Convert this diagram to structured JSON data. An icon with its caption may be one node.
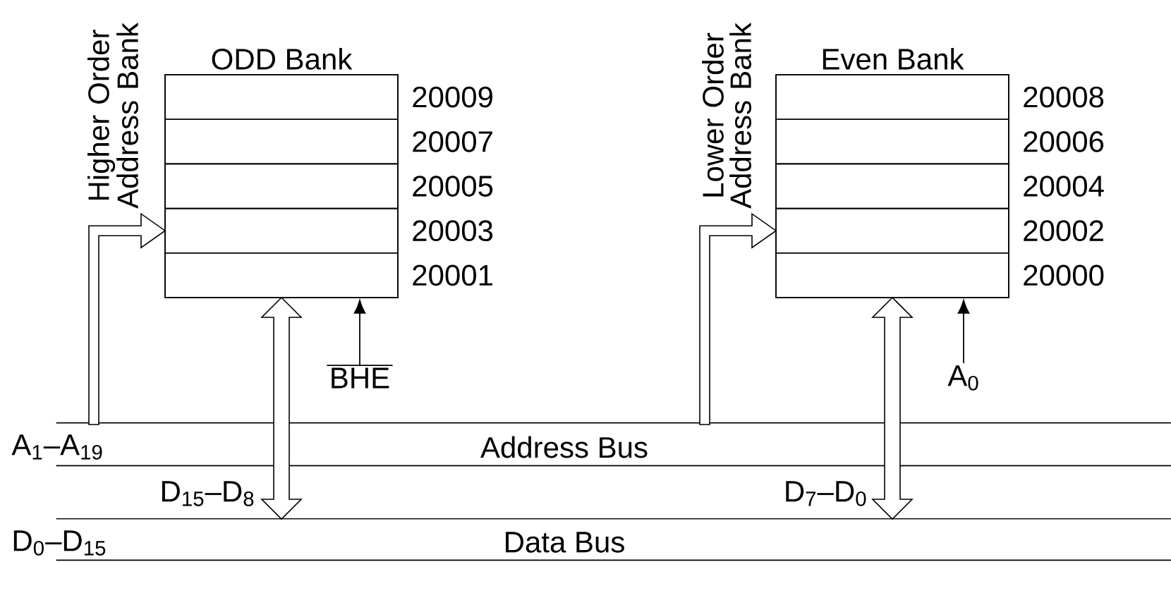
{
  "diagram": {
    "nodes": [
      {
        "text": [
          "ODD Bank"
        ],
        "beside": [
          "Higher Order Address Bank"
        ]
      },
      {
        "text": [],
        "shape": "box",
        "in": 0,
        "beside": [
          "20009"
        ]
      },
      {
        "text": [],
        "shape": "box",
        "in": 0,
        "beside": [
          "20007"
        ]
      },
      {
        "text": [],
        "shape": "box",
        "in": 0,
        "beside": [
          "20005"
        ]
      },
      {
        "text": [],
        "shape": "box",
        "in": 0,
        "beside": [
          "20003"
        ]
      },
      {
        "text": [],
        "shape": "box",
        "in": 0,
        "beside": [
          "20001"
        ]
      },
      {
        "text": [
          "Even Bank"
        ],
        "beside": [
          "Lower Order Address Bank"
        ]
      },
      {
        "text": [],
        "shape": "box",
        "in": 6,
        "beside": [
          "20008"
        ]
      },
      {
        "text": [],
        "shape": "box",
        "in": 6,
        "beside": [
          "20006"
        ]
      },
      {
        "text": [],
        "shape": "box",
        "in": 6,
        "beside": [
          "20004"
        ]
      },
      {
        "text": [],
        "shape": "box",
        "in": 6,
        "beside": [
          "20002"
        ]
      },
      {
        "text": [],
        "shape": "box",
        "in": 6,
        "beside": [
          "20000"
        ]
      },
      {
        "text": [
          "A$_{1}$–A$_{19}$",
          "Address Bus"
        ]
      },
      {
        "text": [
          "D$_{0}$–D$_{15}$",
          "Data Bus"
        ]
      },
      {
        "text": [
          "BHE"
        ]
      },
      {
        "text": [
          "A$_{0}$"
        ]
      }
    ],
    "edges": [
      {
        "from": 12,
        "to": 4,
        "arrow": "to",
        "style": "thick"
      },
      {
        "from": 12,
        "to": 10,
        "arrow": "to",
        "style": "thick"
      },
      {
        "from": 0,
        "to": 13,
        "arrow": "both",
        "style": "thick",
        "label": "D$_{15}$–D$_{8}$"
      },
      {
        "from": 6,
        "to": 13,
        "arrow": "both",
        "style": "thick",
        "label": "D$_{7}$–D$_{0}$"
      },
      {
        "from": 14,
        "to": 0,
        "arrow": "to"
      },
      {
        "from": 15,
        "to": 6,
        "arrow": "to"
      }
    ]
  }
}
